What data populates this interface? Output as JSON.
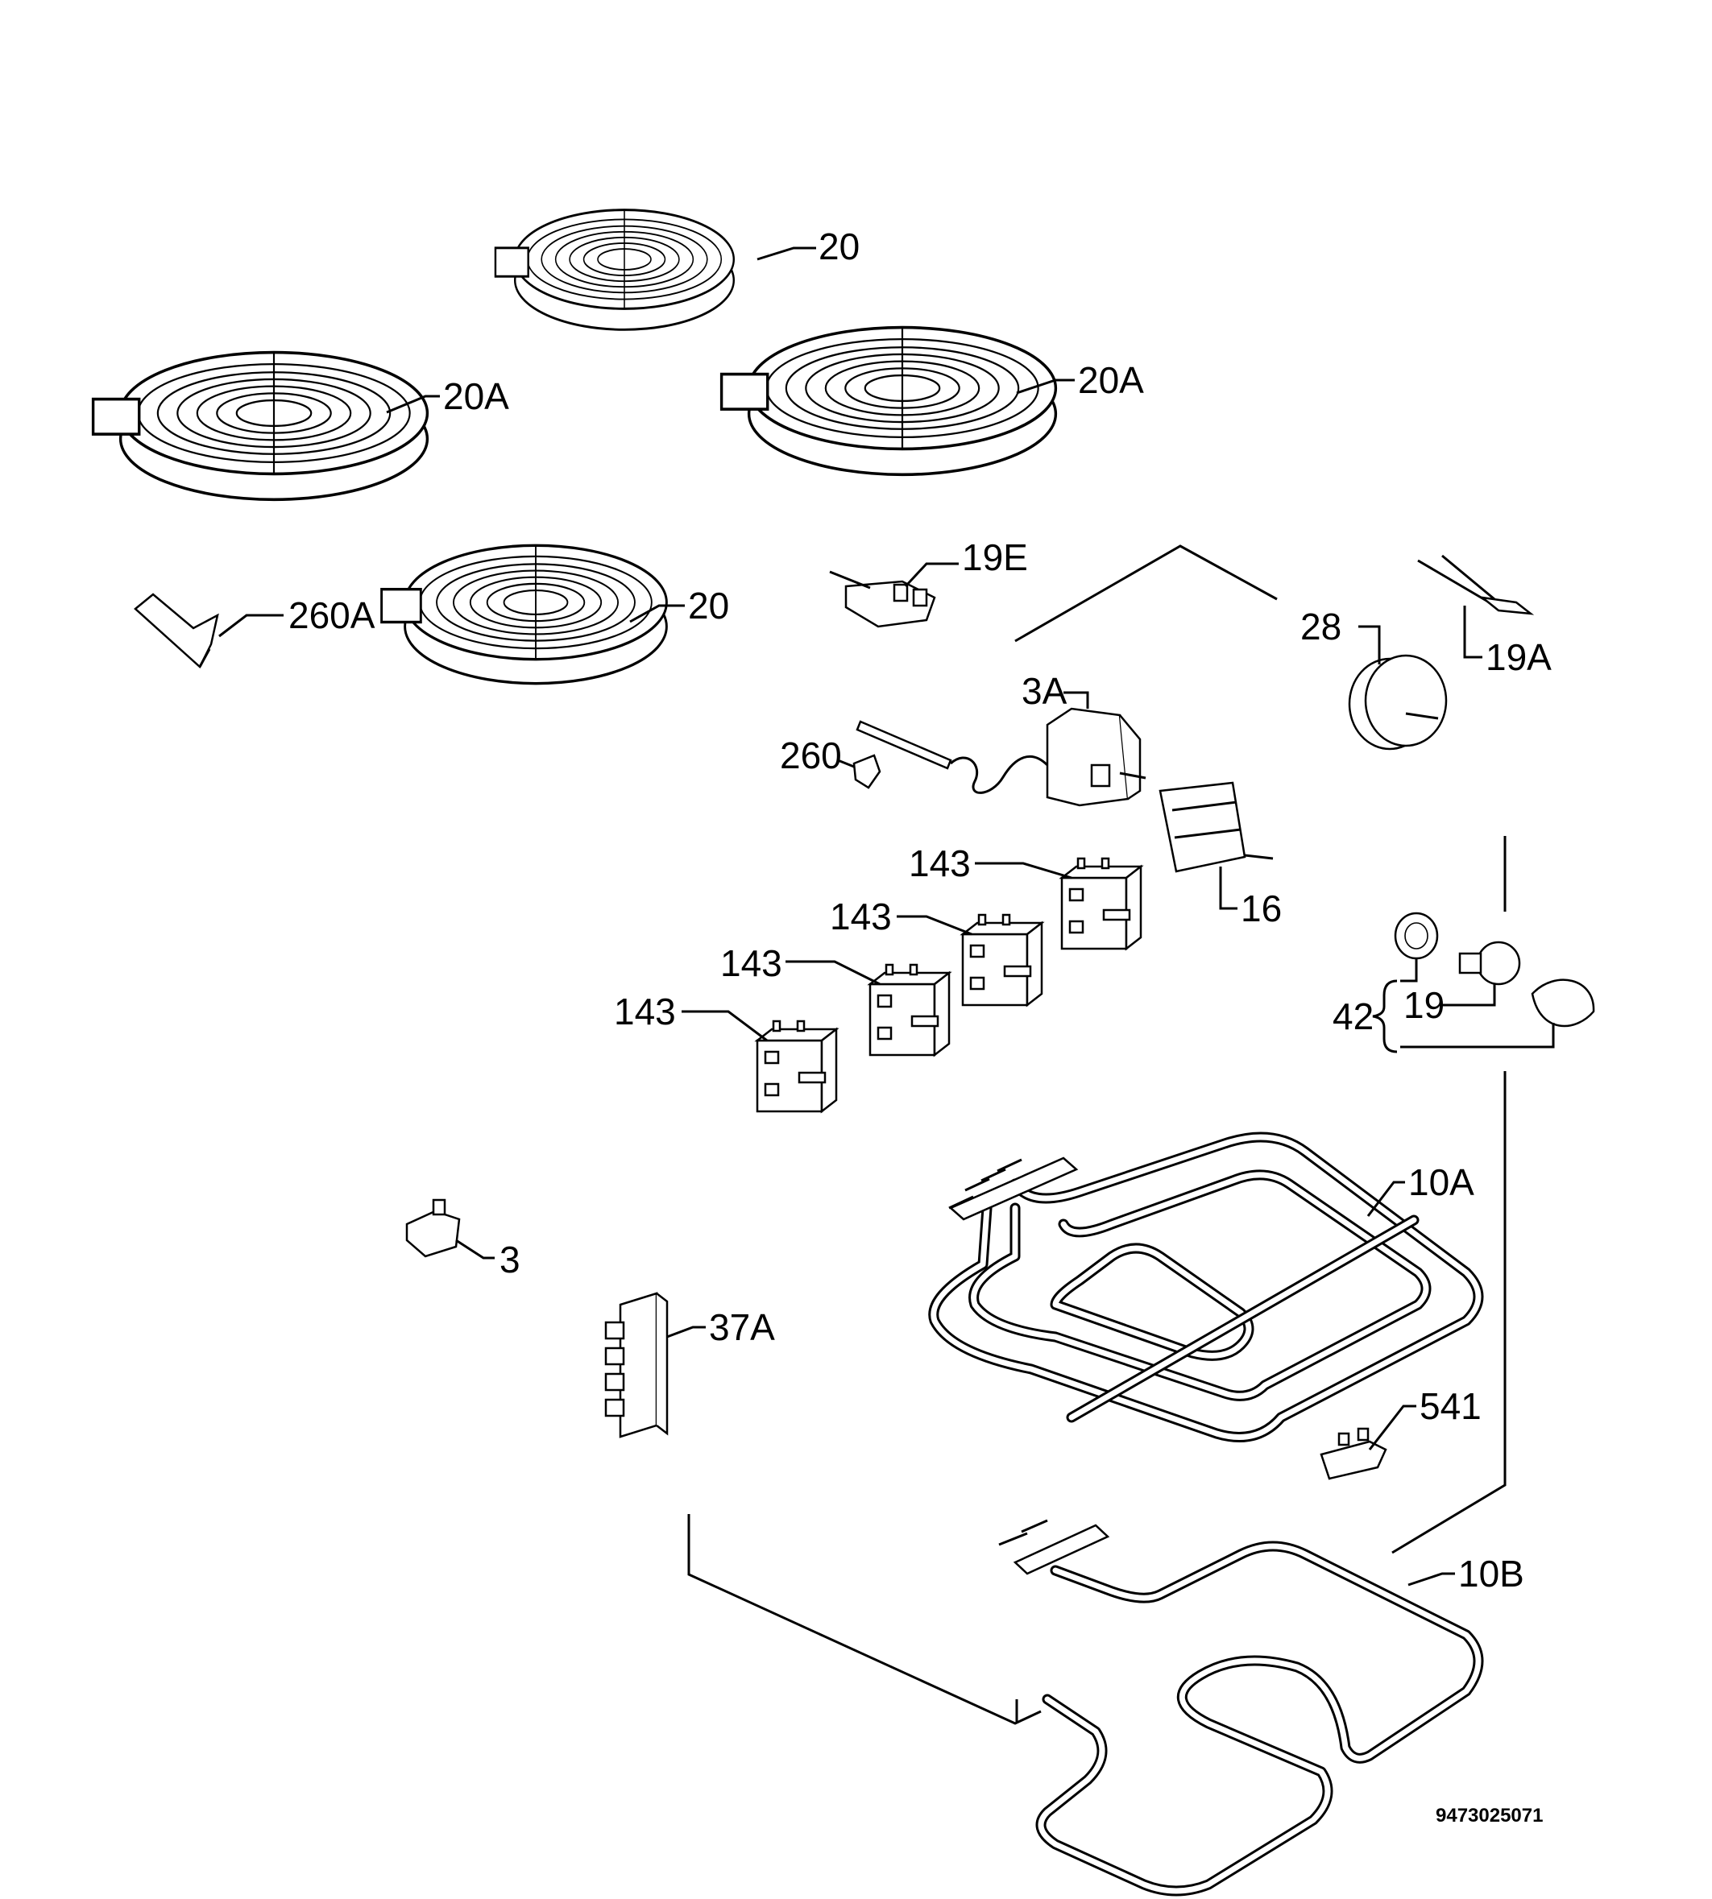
{
  "callouts": {
    "burner_top": "20",
    "burner_left": "20A",
    "burner_right": "20A",
    "burner_bottom": "20",
    "bracket_260a": "260A",
    "switch_19e": "19E",
    "sensor_19a": "19A",
    "timer_28": "28",
    "thermostat_3a": "3A",
    "clip_260": "260",
    "selector_16": "16",
    "regulator_1": "143",
    "regulator_2": "143",
    "regulator_3": "143",
    "regulator_4": "143",
    "lamp_group_42": "42",
    "lamp_19": "19",
    "thermal_cutout_3": "3",
    "terminal_37a": "37A",
    "element_10a": "10A",
    "clamp_541": "541",
    "element_10b": "10B"
  },
  "document_number": "9473025071"
}
